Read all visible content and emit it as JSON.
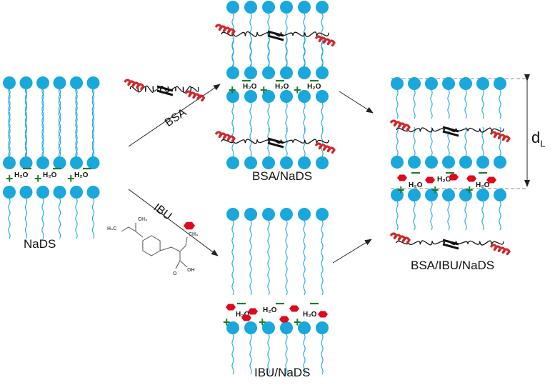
{
  "labels": {
    "nads": "NaDS",
    "bsa_nads": "BSA/NaDS",
    "ibu_nads": "IBU/NaDS",
    "bsa_ibu_nads": "BSA/IBU/NaDS",
    "bsa_arrow": "BSA",
    "ibu_arrow": "IBU",
    "water": "H₂O",
    "plus": "+",
    "minus": "−",
    "dl_main": "d",
    "dl_sub": "L",
    "mol_h3c": "H₃C",
    "mol_ch3_a": "CH₃",
    "mol_ch3_b": "CH₃",
    "mol_o": "O",
    "mol_oh": "OH"
  },
  "colors": {
    "head": "#1aa7dc",
    "tail": "#1aa7dc",
    "ion_plus": "#1e7d24",
    "ion_minus": "#1e7d24",
    "ibu": "#e0081c",
    "helix": "#d0282a",
    "protein": "#111111",
    "arrow": "#222222",
    "guide": "#8c8c8c"
  }
}
